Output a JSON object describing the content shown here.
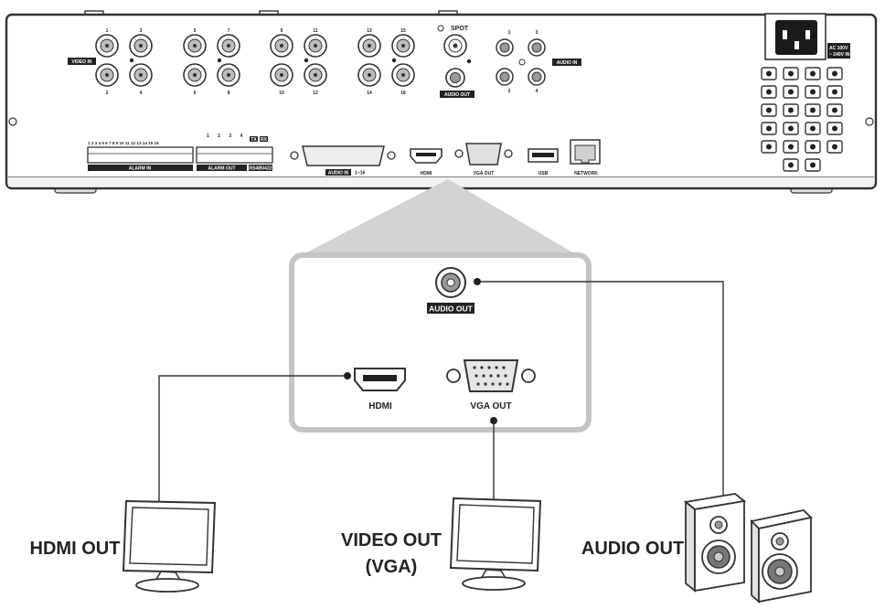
{
  "dvr": {
    "video_in_label": "VIDEO IN",
    "video_in_numbers": [
      "1",
      "3",
      "2",
      "4",
      "5",
      "7",
      "6",
      "8",
      "9",
      "11",
      "10",
      "12",
      "13",
      "15",
      "14",
      "16"
    ],
    "spot_label": "SPOT",
    "audio_out_label": "AUDIO OUT",
    "audio_in_label": "AUDIO IN",
    "audio_in_numbers": [
      "1",
      "3",
      "2",
      "4"
    ],
    "alarm_in_label": "ALARM IN",
    "alarm_in_numbers": "1 2 3 4 5 6 7 8 9 10 11 12 13 14 15 16",
    "alarm_out_label": "ALARM OUT",
    "alarm_out_numbers": "1 2 3 4",
    "rs485_label": "RS485/422",
    "tx_label": "TX",
    "rx_label": "RX",
    "audio_in_multi_label": "AUDIO IN",
    "audio_in_range": "1~16",
    "hdmi_label": "HDMI",
    "vga_out_label": "VGA OUT",
    "usb_label": "USB",
    "network_label": "NETWORK",
    "power_label_1": "AC 100V",
    "power_label_2": "~ 240V IN"
  },
  "zoom": {
    "audio_out_label": "AUDIO OUT",
    "hdmi_label": "HDMI",
    "vga_out_label": "VGA OUT"
  },
  "outputs": {
    "hdmi_out": "HDMI OUT",
    "video_out_line1": "VIDEO OUT",
    "video_out_line2": "(VGA)",
    "audio_out": "AUDIO OUT"
  }
}
